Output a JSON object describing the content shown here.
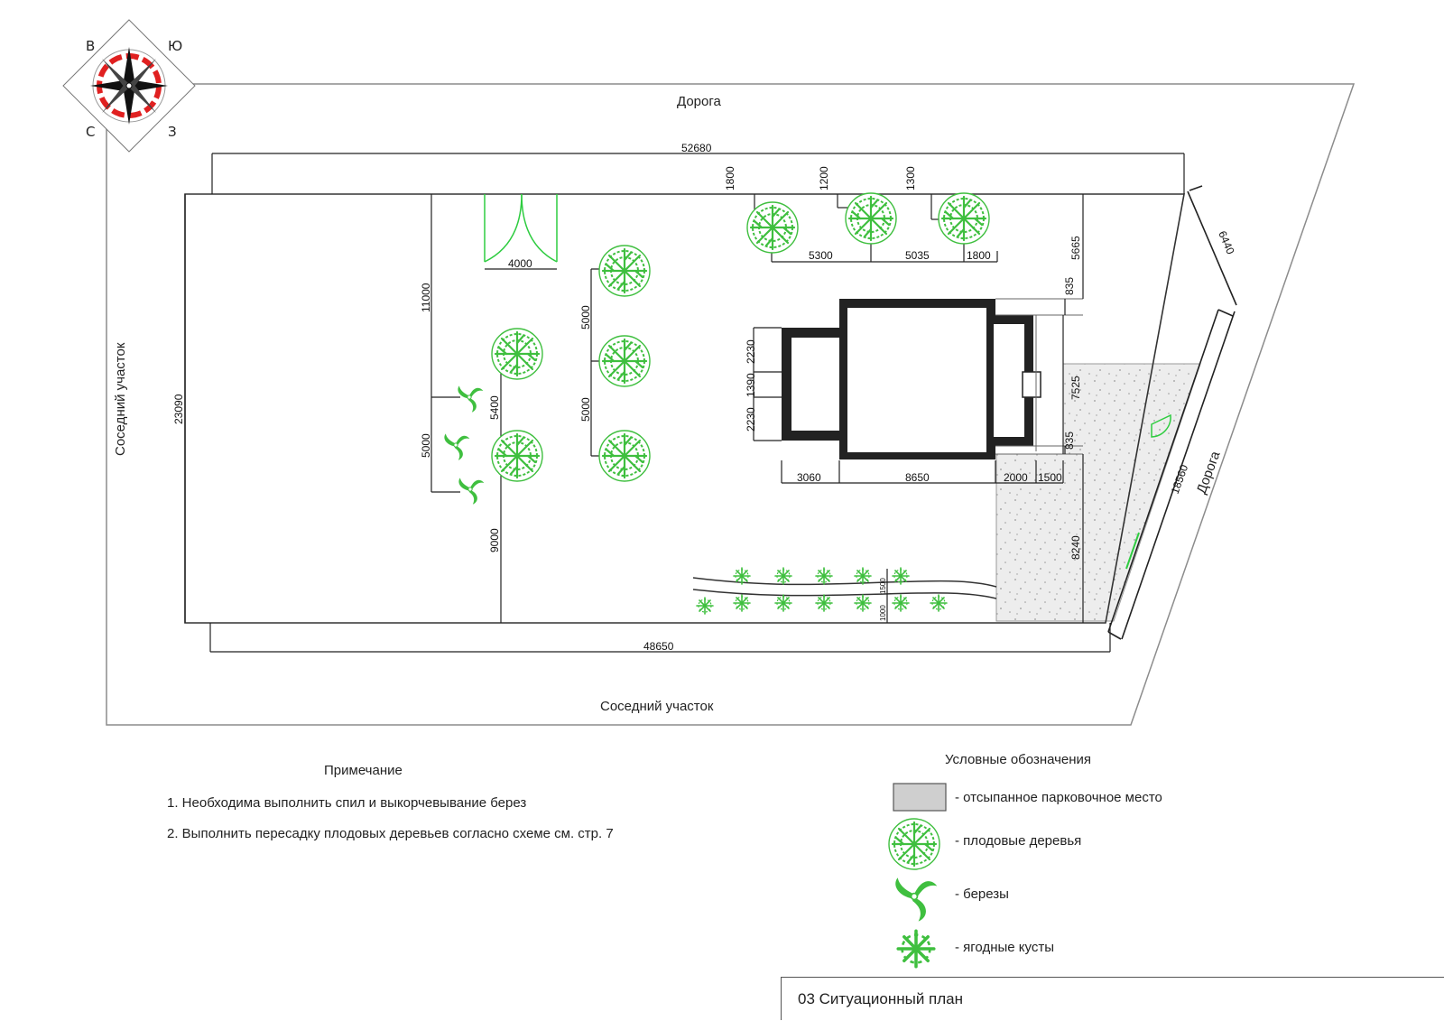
{
  "labels": {
    "road_top": "Дорога",
    "road_right": "Дорога",
    "neighbor_left": "Соседний участок",
    "neighbor_bottom": "Соседний участок"
  },
  "compass": {
    "n": "В",
    "e": "Ю",
    "s": "З",
    "w": "С"
  },
  "dimensions": {
    "top_length": "52680",
    "bottom_length": "48650",
    "left_height": "23090",
    "right_edge": "18560",
    "corner": "6440",
    "gate_width": "4000",
    "tree_a_offset": "1800",
    "tree_b_offset": "1200",
    "tree_c_offset": "1300",
    "tree_span_1": "5300",
    "tree_span_2": "5035",
    "tree_span_3": "1800",
    "house_setback": "5665",
    "house_top_offset": "835",
    "house_height": "7525",
    "house_bottom_offset": "835",
    "parking_height": "8240",
    "wing_top": "2230",
    "wing_mid": "1390",
    "wing_bottom": "2230",
    "house_w1": "3060",
    "house_w2": "8650",
    "house_w3": "2000",
    "house_w4": "1500",
    "col1_top": "11000",
    "col1_mid": "5000",
    "col2_mid": "5400",
    "col2_bottom": "9000",
    "col3_a": "5000",
    "col3_b": "5000",
    "hedge_a": "1500",
    "hedge_b": "1000"
  },
  "notes": {
    "title": "Примечание",
    "items": [
      "1. Необходима выполнить спил и выкорчевывание берез",
      "2. Выполнить пересадку плодовых деревьев согласно схеме см. стр. 7"
    ]
  },
  "legend": {
    "title": "Условные обозначения",
    "items": [
      {
        "icon": "parking-swatch-icon",
        "label": "- отсыпанное парковочное место"
      },
      {
        "icon": "fruit-tree-icon",
        "label": "- плодовые деревья"
      },
      {
        "icon": "birch-icon",
        "label": "- березы"
      },
      {
        "icon": "berry-bush-icon",
        "label": "- ягодные кусты"
      }
    ]
  },
  "title_block": {
    "text": "03 Ситуационный план"
  },
  "colors": {
    "tree": "#3fbf3f",
    "house": "#222222",
    "parking": "#dcdcdc",
    "compass_red": "#e02020"
  }
}
